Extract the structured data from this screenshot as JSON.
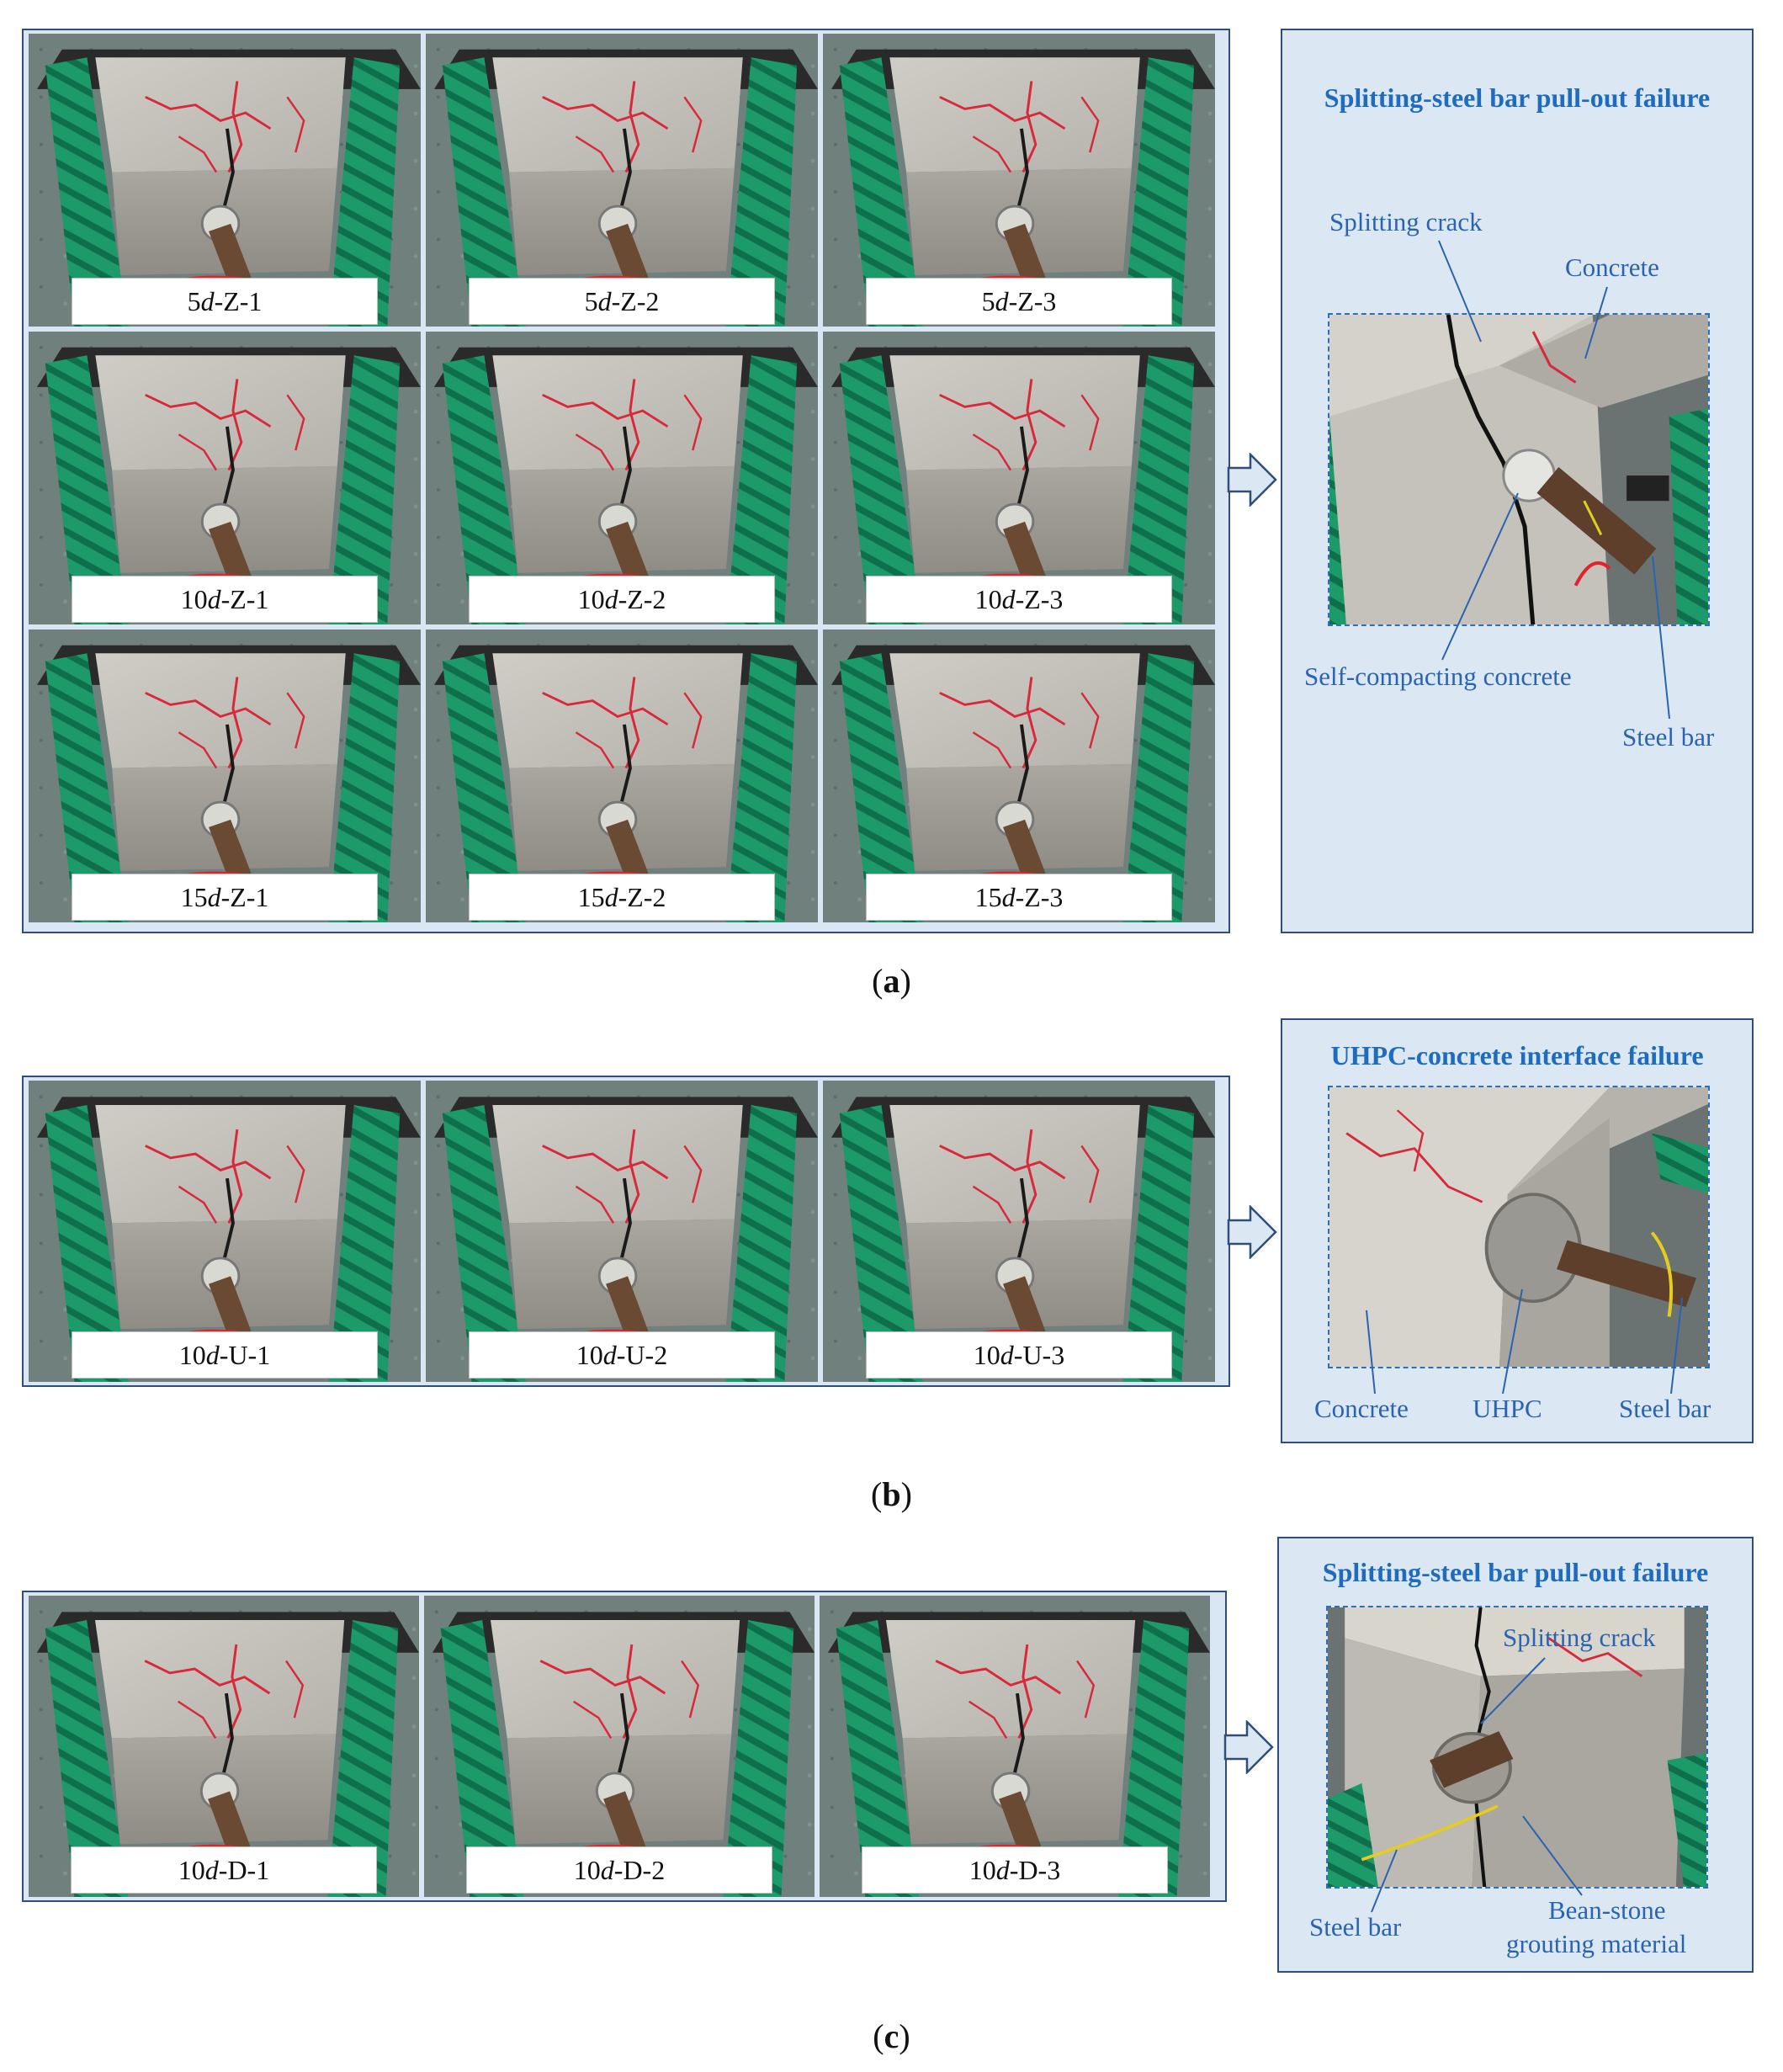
{
  "figure_a": {
    "labels": [
      [
        "5",
        "d",
        "-Z-1"
      ],
      [
        "5",
        "d",
        "-Z-2"
      ],
      [
        "5",
        "d",
        "-Z-3"
      ],
      [
        "10",
        "d",
        "-Z-1"
      ],
      [
        "10",
        "d",
        "-Z-2"
      ],
      [
        "10",
        "d",
        "-Z-3"
      ],
      [
        "15",
        "d",
        "-Z-1"
      ],
      [
        "15",
        "d",
        "-Z-2"
      ],
      [
        "15",
        "d",
        "-Z-3"
      ]
    ],
    "side_title": "Splitting-steel bar pull-out failure",
    "annotations": {
      "splitting_crack": "Splitting crack",
      "concrete": "Concrete",
      "self_compacting": "Self-compacting concrete",
      "steel_bar": "Steel bar"
    },
    "caption": "a"
  },
  "figure_b": {
    "labels": [
      [
        "10",
        "d",
        "-U-1"
      ],
      [
        "10",
        "d",
        "-U-2"
      ],
      [
        "10",
        "d",
        "-U-3"
      ]
    ],
    "side_title": "UHPC-concrete interface failure",
    "annotations": {
      "concrete": "Concrete",
      "uhpc": "UHPC",
      "steel_bar": "Steel bar"
    },
    "caption": "b"
  },
  "figure_c": {
    "labels": [
      [
        "10",
        "d",
        "-D-1"
      ],
      [
        "10",
        "d",
        "-D-2"
      ],
      [
        "10",
        "d",
        "-D-3"
      ]
    ],
    "side_title": "Splitting-steel bar pull-out failure",
    "annotations": {
      "splitting_crack": "Splitting crack",
      "steel_bar": "Steel bar",
      "grouting_1": "Bean-stone",
      "grouting_2": "grouting material"
    },
    "caption": "c"
  },
  "colors": {
    "panel_border": "#2f4f7a",
    "panel_fill": "#d8e7f3",
    "title_blue": "#1f6bbd",
    "annot_blue": "#2a63b0",
    "concrete": "#b9b7b0",
    "rebar_green": "#1f9e6e",
    "floor": "#6e7f7c",
    "crack_red": "#d8283a"
  }
}
